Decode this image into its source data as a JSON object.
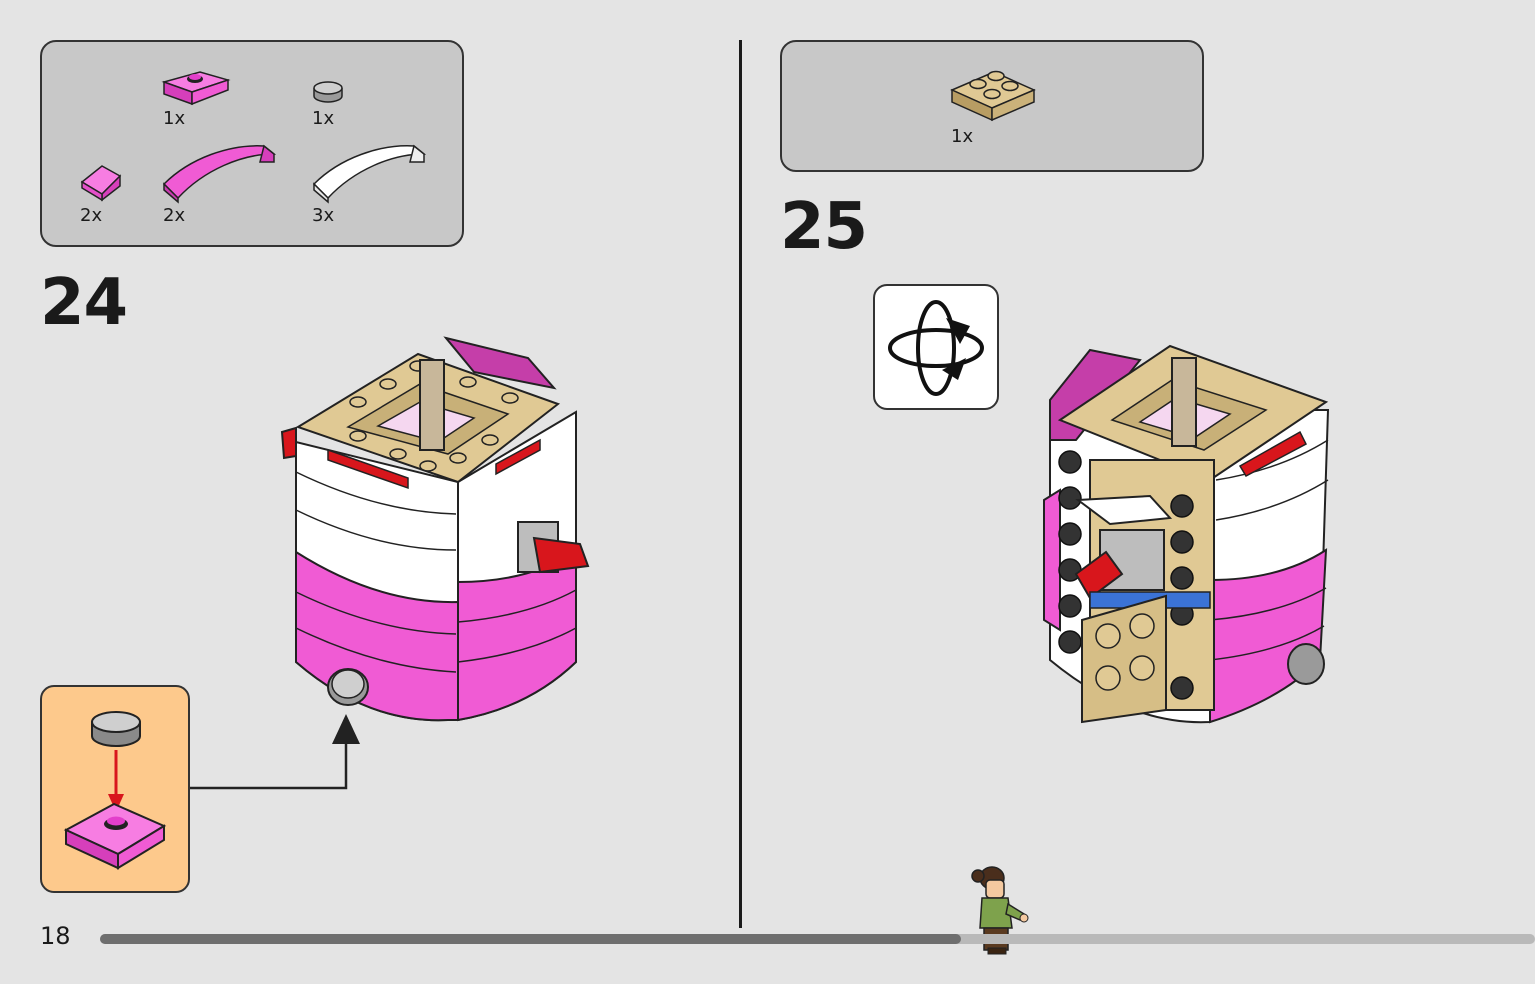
{
  "page": {
    "number": "18",
    "progress_percent": 60
  },
  "step24": {
    "number": "24",
    "parts": [
      {
        "name": "magenta 1x2 jumper plate",
        "qty": "1x",
        "color": "#f05bd4"
      },
      {
        "name": "light grey round tile",
        "qty": "1x",
        "color": "#bdbdbd"
      },
      {
        "name": "magenta slope",
        "qty": "2x",
        "color": "#f05bd4"
      },
      {
        "name": "magenta curved slope",
        "qty": "2x",
        "color": "#f05bd4"
      },
      {
        "name": "white curved slope",
        "qty": "3x",
        "color": "#ffffff"
      }
    ],
    "callout_color": "#fdc98c"
  },
  "step25": {
    "number": "25",
    "parts": [
      {
        "name": "tan 2x2 plate",
        "qty": "1x",
        "color": "#e0c994"
      }
    ]
  },
  "colors": {
    "magenta": "#f05bd4",
    "tan": "#e0c994",
    "red": "#d8161c",
    "white": "#ffffff",
    "grey": "#bdbdbd"
  },
  "icons": [
    "rotate-model-icon",
    "arrow-pointer-icon",
    "minifigure-icon"
  ]
}
